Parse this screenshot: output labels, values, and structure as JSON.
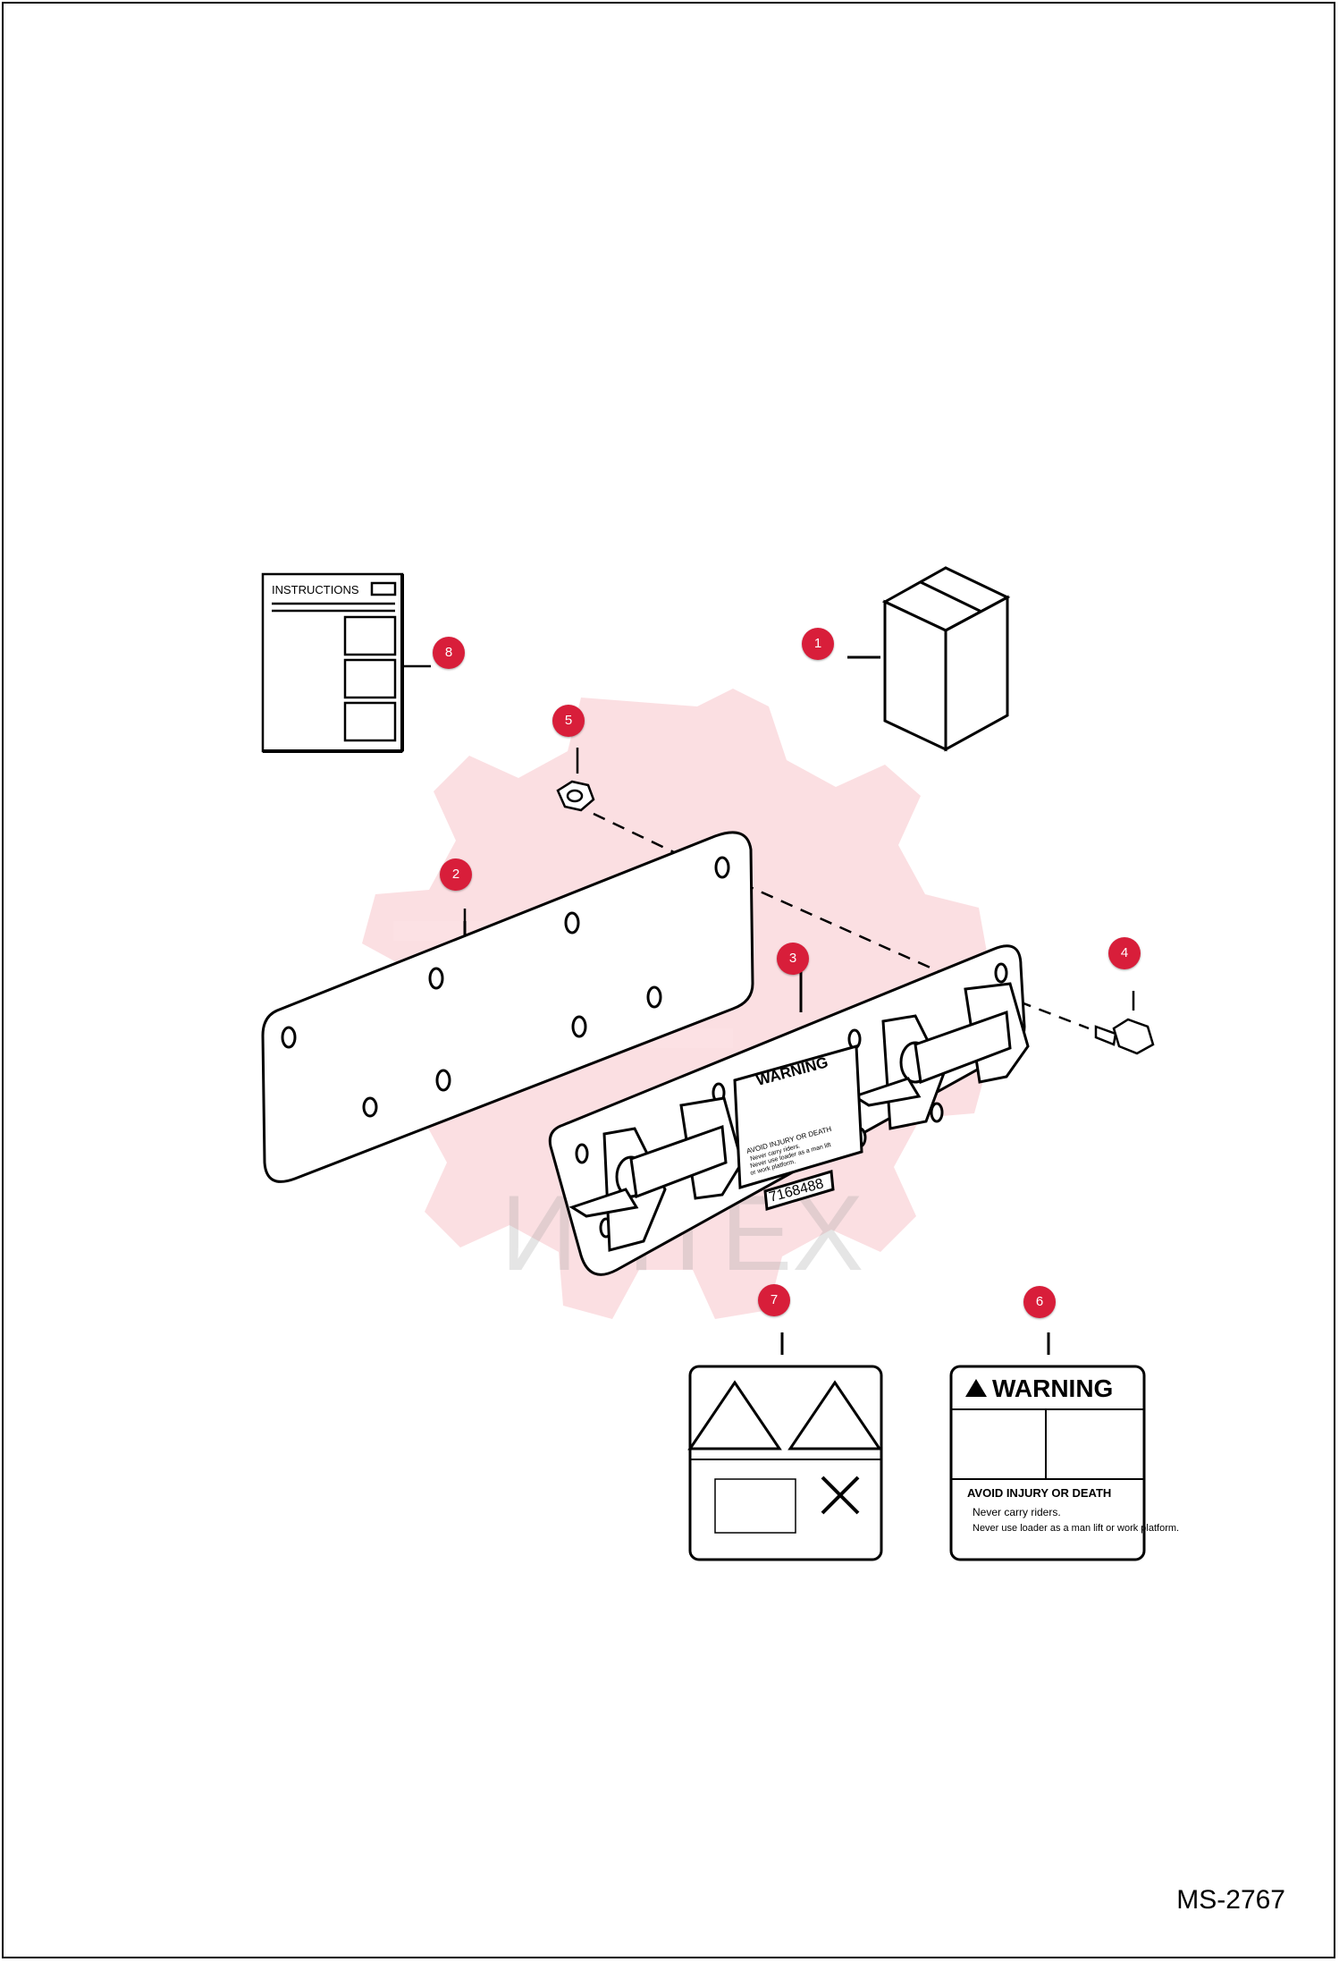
{
  "colors": {
    "badge": "#d81e3a",
    "watermark": "#e83a4a"
  },
  "watermark": {
    "text": "ИНТЕХ"
  },
  "manual_label": "INSTRUCTIONS",
  "plate_label": {
    "heading": "WARNING",
    "part_number": "7168488",
    "line1": "AVOID INJURY OR DEATH",
    "line2": "Never carry riders.",
    "line3": "Never use loader as a man lift",
    "line4": "or work platform."
  },
  "decal_warning": {
    "heading": "WARNING",
    "subtitle": "AVOID INJURY OR DEATH",
    "bullets": [
      "Never carry riders.",
      "Never use loader as a man lift or work platform."
    ]
  },
  "callouts": [
    {
      "number": "1",
      "icon": "box-icon"
    },
    {
      "number": "2",
      "icon": "mounting-plate-icon"
    },
    {
      "number": "3",
      "icon": "bracket-plate-icon"
    },
    {
      "number": "4",
      "icon": "bolt-icon"
    },
    {
      "number": "5",
      "icon": "nut-icon"
    },
    {
      "number": "6",
      "icon": "warning-decal-icon"
    },
    {
      "number": "7",
      "icon": "pictorial-decal-icon"
    },
    {
      "number": "8",
      "icon": "instructions-icon"
    }
  ],
  "drawing_code": "MS-2767"
}
